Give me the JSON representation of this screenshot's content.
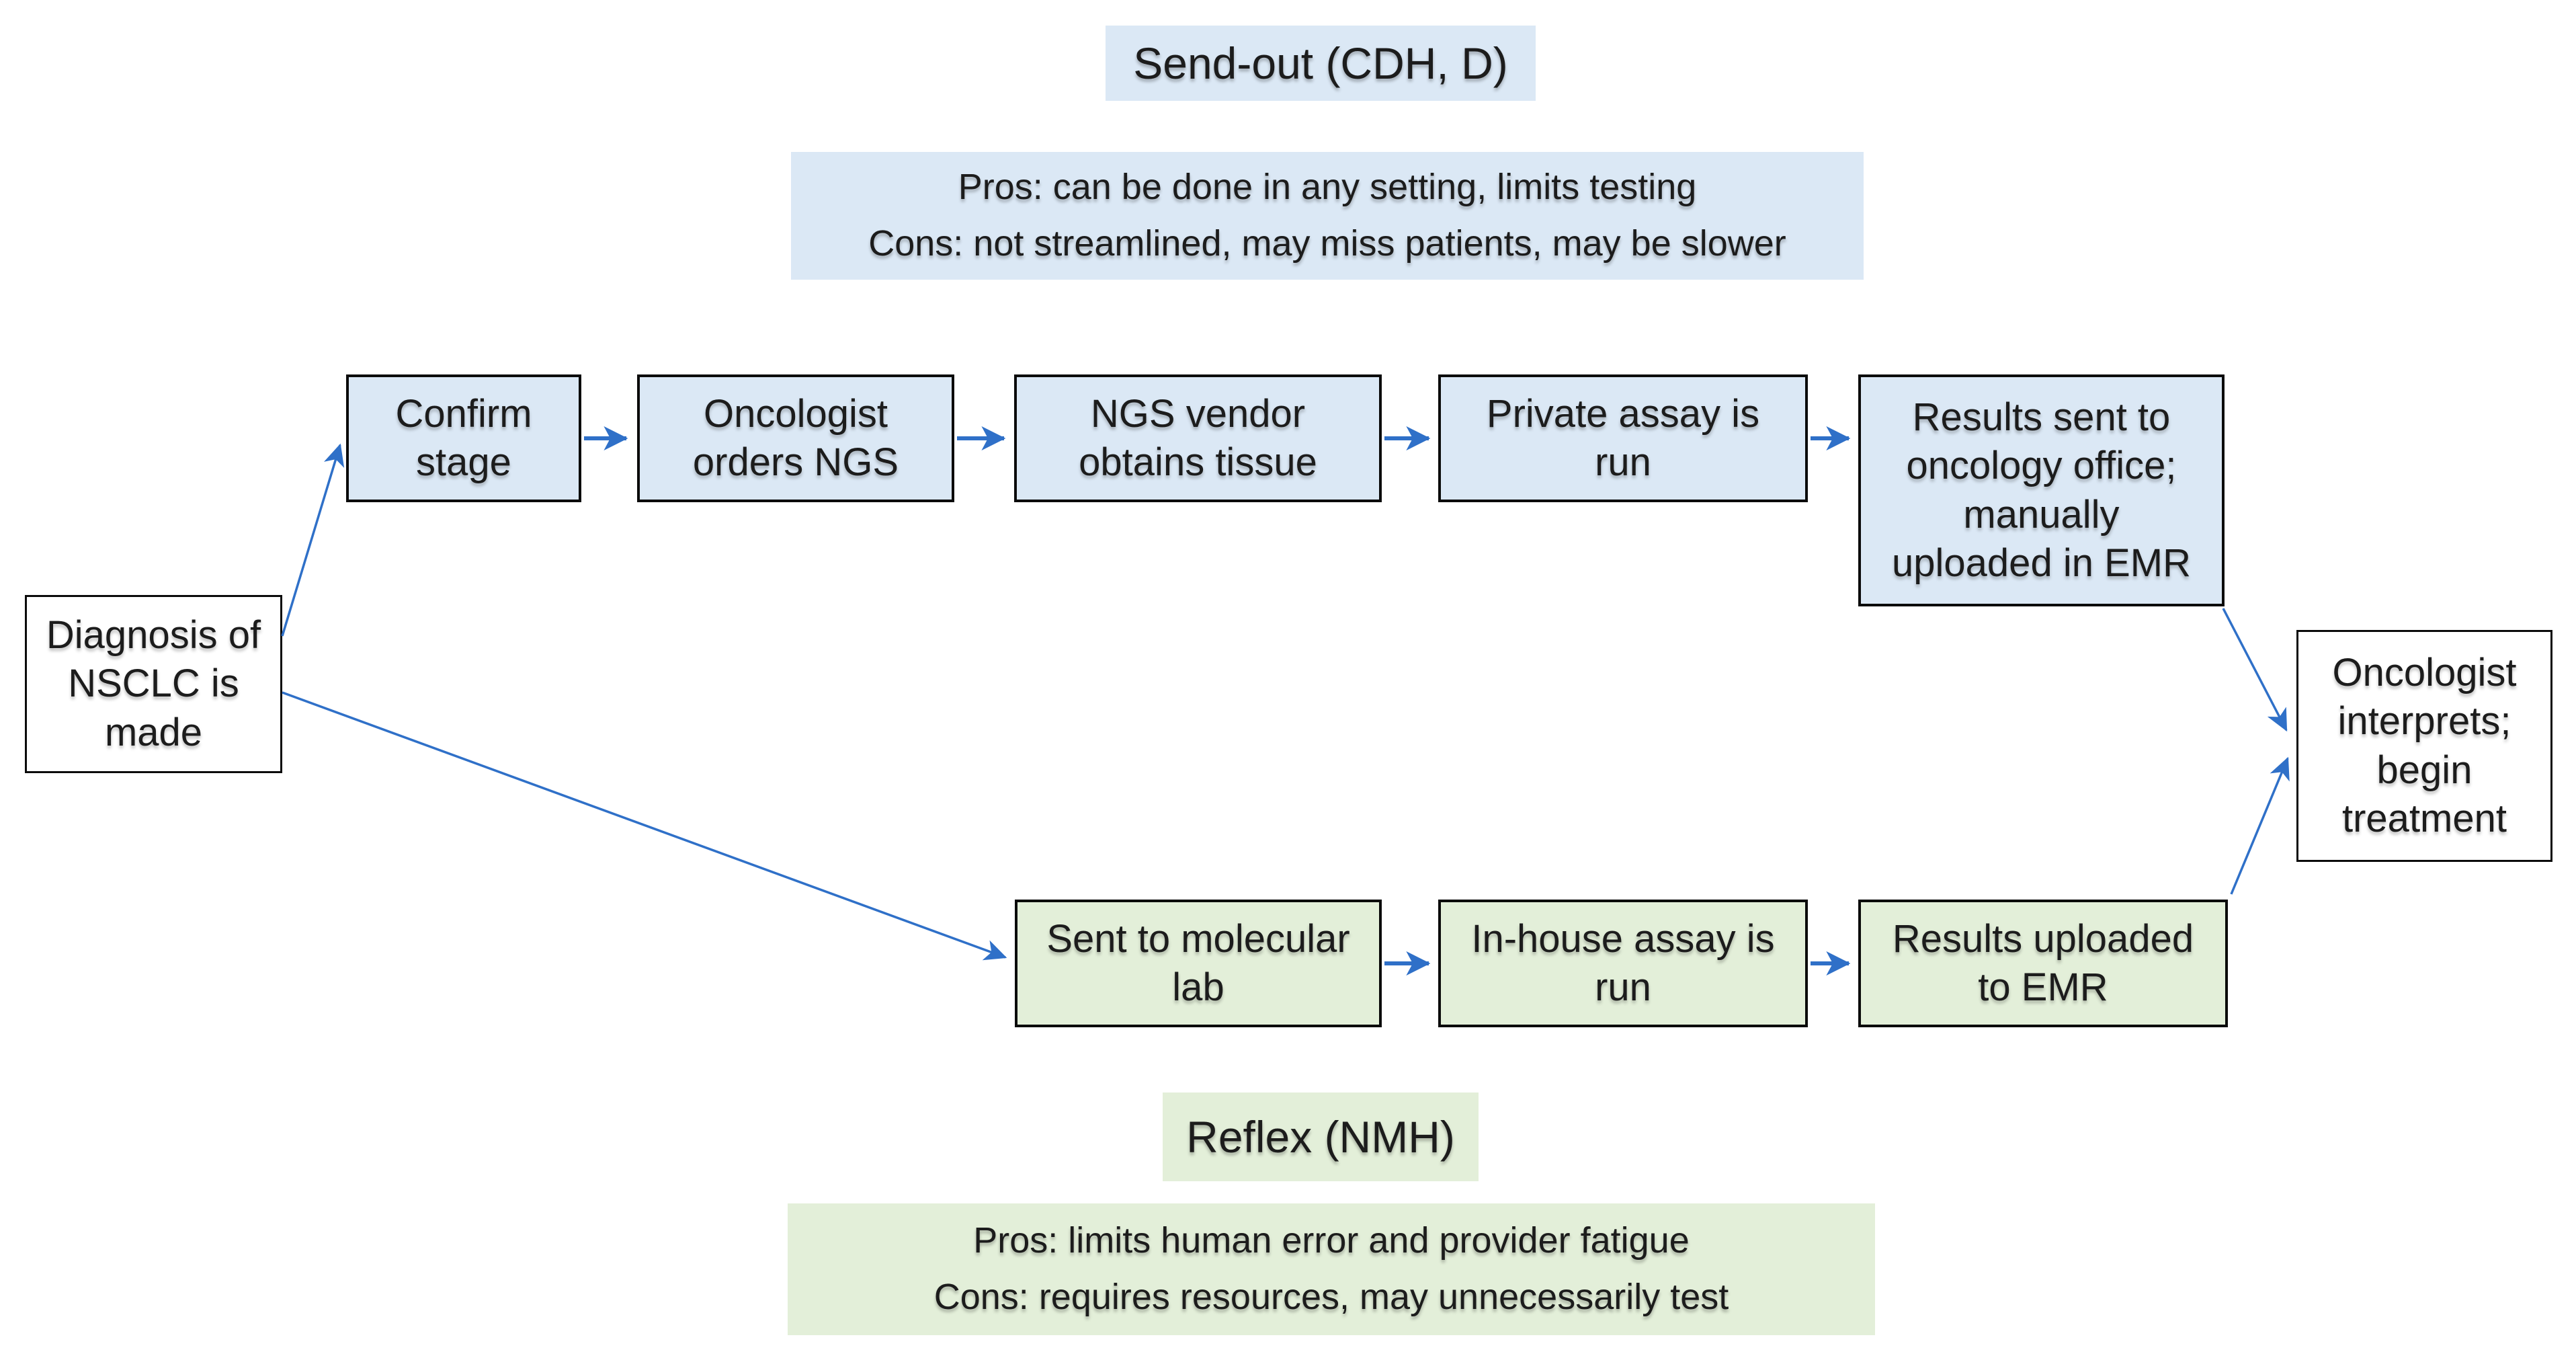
{
  "send_out": {
    "title": "Send-out (CDH, D)",
    "pros": "Pros: can be done in any setting, limits testing",
    "cons": "Cons: not streamlined, may miss patients, may be slower",
    "fill": "#dbe8f5"
  },
  "reflex": {
    "title": "Reflex (NMH)",
    "pros": "Pros: limits human error and provider fatigue",
    "cons": "Cons: requires resources, may unnecessarily test",
    "fill": "#e3efd9"
  },
  "nodes": {
    "diagnosis": "Diagnosis of\nNSCLC is\nmade",
    "confirm_stage": "Confirm\nstage",
    "oncologist_orders_ngs": "Oncologist\norders NGS",
    "ngs_vendor_obtains_tissue": "NGS vendor\nobtains tissue",
    "private_assay_run": "Private assay is\nrun",
    "results_sent_oncology_office": "Results sent to\noncology office;\nmanually\nuploaded in EMR",
    "sent_to_molecular_lab": "Sent to molecular\nlab",
    "in_house_assay_run": "In-house assay is\nrun",
    "results_uploaded_to_emr": "Results uploaded\nto EMR",
    "oncologist_interprets": "Oncologist\ninterprets;\nbegin\ntreatment"
  },
  "colors": {
    "send_out_fill": "#dbe8f5",
    "reflex_fill": "#e3efd9",
    "arrow_blue": "#2f70c8",
    "node_border": "#0b0b0b",
    "plain_node_fill": "#ffffff",
    "text": "#1c1c1c"
  }
}
